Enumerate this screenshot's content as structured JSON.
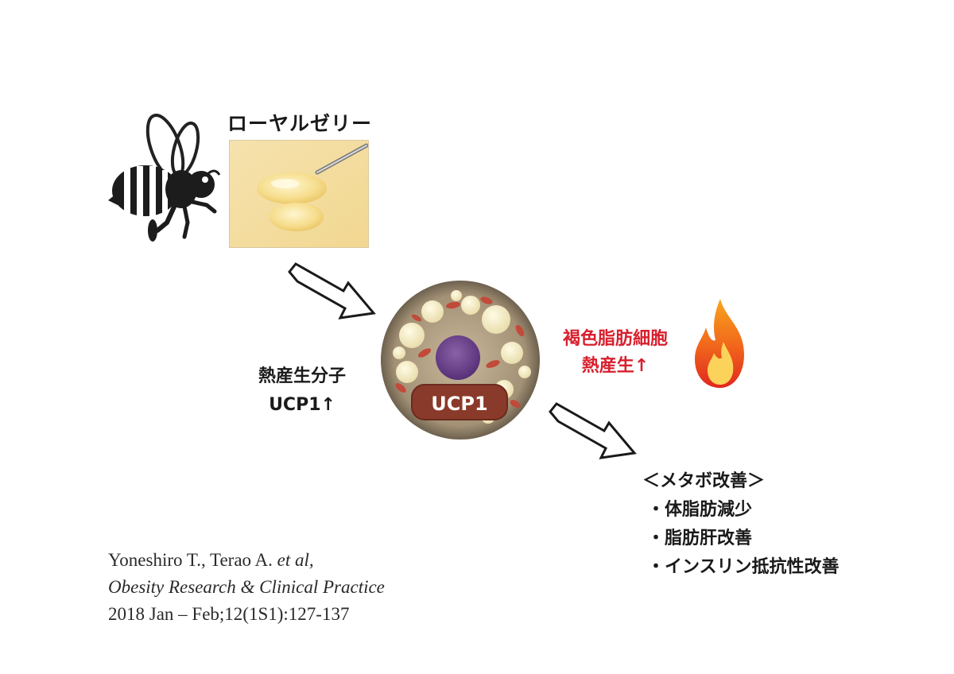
{
  "royal_jelly": {
    "title": "ローヤルゼリー"
  },
  "heat_molecule": {
    "line1": "熱産生分子",
    "line2": "UCP1↑"
  },
  "cell": {
    "ucp1_label": "UCP1"
  },
  "brown_fat": {
    "line1": "褐色脂肪細胞",
    "line2": "熱産生↑"
  },
  "metabo": {
    "heading": "＜メタボ改善＞",
    "items": [
      "・体脂肪減少",
      "・脂肪肝改善",
      "・インスリン抵抗性改善"
    ]
  },
  "citation": {
    "authors": "Yoneshiro T., Terao A.",
    "etal": "et al,",
    "journal": "Obesity Research & Clinical Practice",
    "issue": "2018 Jan – Feb;12(1S1):127-137"
  },
  "colors": {
    "accent_red": "#d8202e",
    "ucp1_box": "#8a3a2a",
    "nucleus": "#6a3d8c"
  },
  "icons": [
    "bee-icon",
    "flame-icon",
    "arrow-icon"
  ]
}
